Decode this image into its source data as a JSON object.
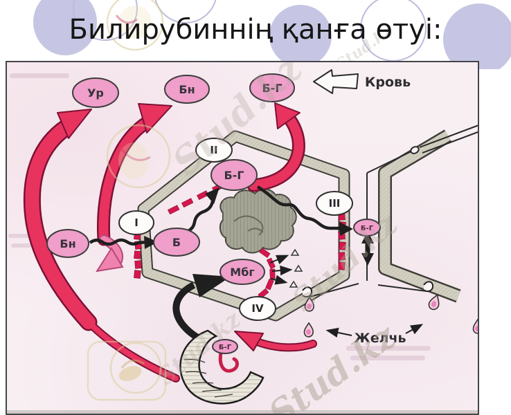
{
  "title": "Билирубиннің қанға өтуі:",
  "watermark": {
    "brand": "Stud.kz"
  },
  "diagram": {
    "labels": {
      "blood": "Кровь",
      "bile": "Желчь"
    },
    "nodes": {
      "ur": "Ур",
      "bn_top": "Бн",
      "bg_top": "Б-Г",
      "bn_left": "Бн",
      "b": "Б",
      "bg_cell": "Б-Г",
      "mbg": "Мбг",
      "bg_canaliculus": "Б-Г",
      "bg_intestine": "Б-Г"
    },
    "stages": {
      "s1": "I",
      "s2": "II",
      "s3": "III",
      "s4": "IV"
    },
    "colors": {
      "node_pink": "#ef9fca",
      "arrow_red": "#e8335f",
      "transporter_red": "#d6164d",
      "membrane_gray": "#d3d0c2",
      "accent_lavender": "#c6c6e4"
    }
  }
}
